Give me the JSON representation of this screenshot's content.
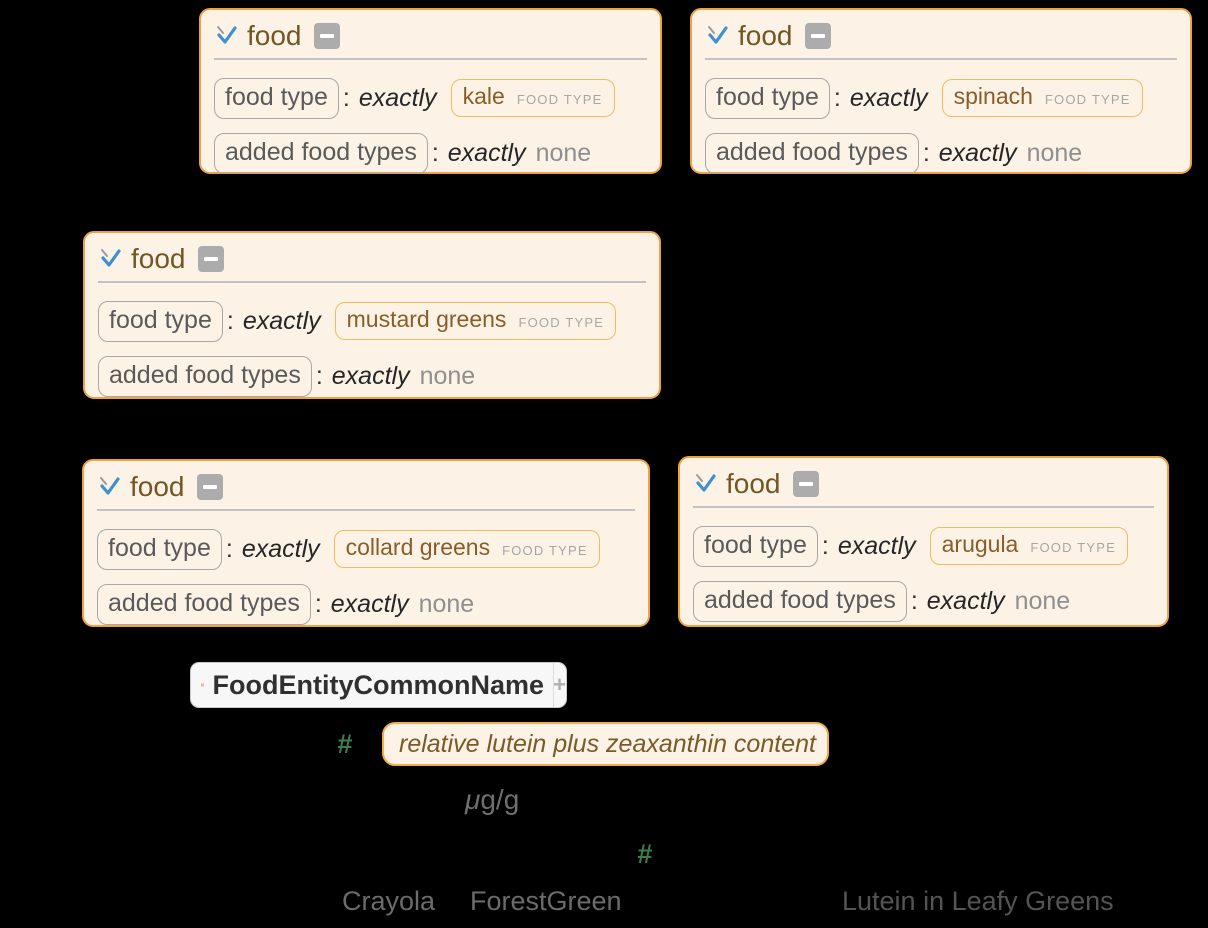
{
  "labels": {
    "box_title": "food",
    "food_type": "food type",
    "added_food_types": "added food types",
    "colon": ":",
    "exactly": "exactly",
    "none": "none",
    "entity_kind": "FOOD TYPE"
  },
  "boxes": [
    {
      "entity": "kale"
    },
    {
      "entity": "spinach"
    },
    {
      "entity": "mustard greens"
    },
    {
      "entity": "collard greens"
    },
    {
      "entity": "arugula"
    }
  ],
  "code": {
    "resource_function": "FoodEntityCommonName",
    "expand_button": "+",
    "slot": "#",
    "property": "relative lutein plus zeaxanthin content",
    "unit_mu": "μ",
    "unit_rest": "g/g",
    "palette": "Crayola",
    "color": "ForestGreen",
    "plot_label": "Lutein in Leafy Greens"
  },
  "icons": {
    "interpretation_arrow": "blue check-arrow with gray tick",
    "collapse_minus": "−",
    "resource_function": "[▪]",
    "expand_plus": "+"
  },
  "colors": {
    "background": "#000000",
    "box_background": "#FCF3E6",
    "box_border_orange": "#EFA243",
    "entity_chip_border": "#F3BA62",
    "title_brown": "#745624",
    "entity_brown": "#8A5D28",
    "slot_green": "#3E7D49",
    "arrow_blue": "#3F8FD2",
    "resource_icon_orange": "#E4571F",
    "code_string_gray": "#6B6B6B"
  }
}
